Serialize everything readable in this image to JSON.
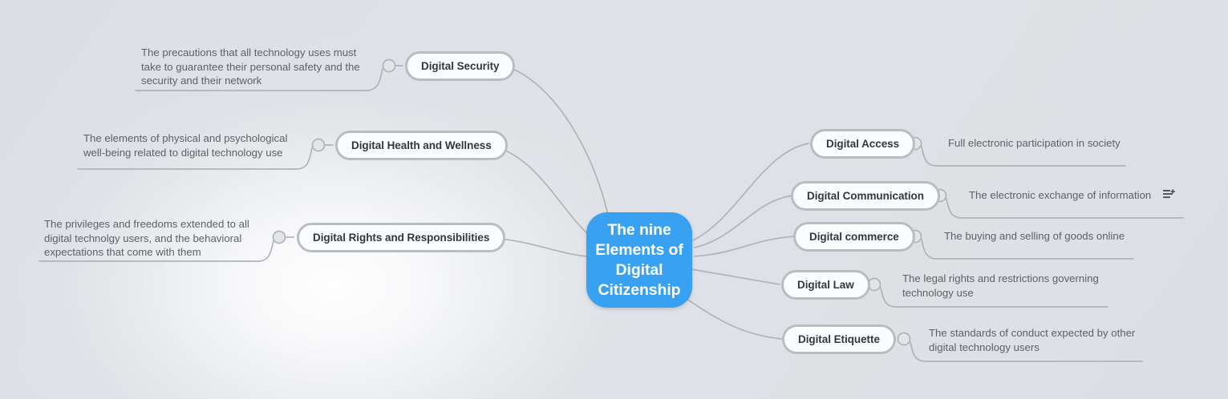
{
  "diagram": {
    "type": "mind-map",
    "center": {
      "label": "The nine Elements of Digital Citizenship",
      "color": "#38a1f2",
      "text_color": "#ffffff"
    },
    "colors": {
      "background": "#dfe2e6",
      "pill_fill": "#fbfcfd",
      "pill_border": "#b9bcc1",
      "connector": "#b0b4b9",
      "description_text": "#5c6269",
      "pill_text": "#33373d"
    },
    "branches": [
      {
        "id": "digital-security",
        "label": "Digital Security",
        "description": "The precautions that all technology uses must\ntake to guarantee their personal safety and the\nsecurity and their network",
        "side": "left"
      },
      {
        "id": "digital-health-and-wellness",
        "label": "Digital Health and Wellness",
        "description": "The elements of physical and psychological\nwell-being related to digital technology use",
        "side": "left"
      },
      {
        "id": "digital-rights-and-responsibilities",
        "label": "Digital Rights and Responsibilities",
        "description": "The privileges and freedoms extended to all\ndigital technolgy users, and the behavioral\nexpectations that come with them",
        "side": "left"
      },
      {
        "id": "digital-access",
        "label": "Digital Access",
        "description": "Full electronic participation in society",
        "side": "right"
      },
      {
        "id": "digital-communication",
        "label": "Digital Communication",
        "description": "The electronic exchange of information",
        "side": "right",
        "icon": "add-to-list-icon"
      },
      {
        "id": "digital-commerce",
        "label": "Digital commerce",
        "description": "The buying and selling of goods online",
        "side": "right"
      },
      {
        "id": "digital-law",
        "label": "Digital Law",
        "description": "The legal rights and restrictions governing\ntechnology use",
        "side": "right"
      },
      {
        "id": "digital-etiquette",
        "label": "Digital Etiquette",
        "description": "The standards of conduct expected by other\ndigital technology users",
        "side": "right"
      }
    ]
  }
}
